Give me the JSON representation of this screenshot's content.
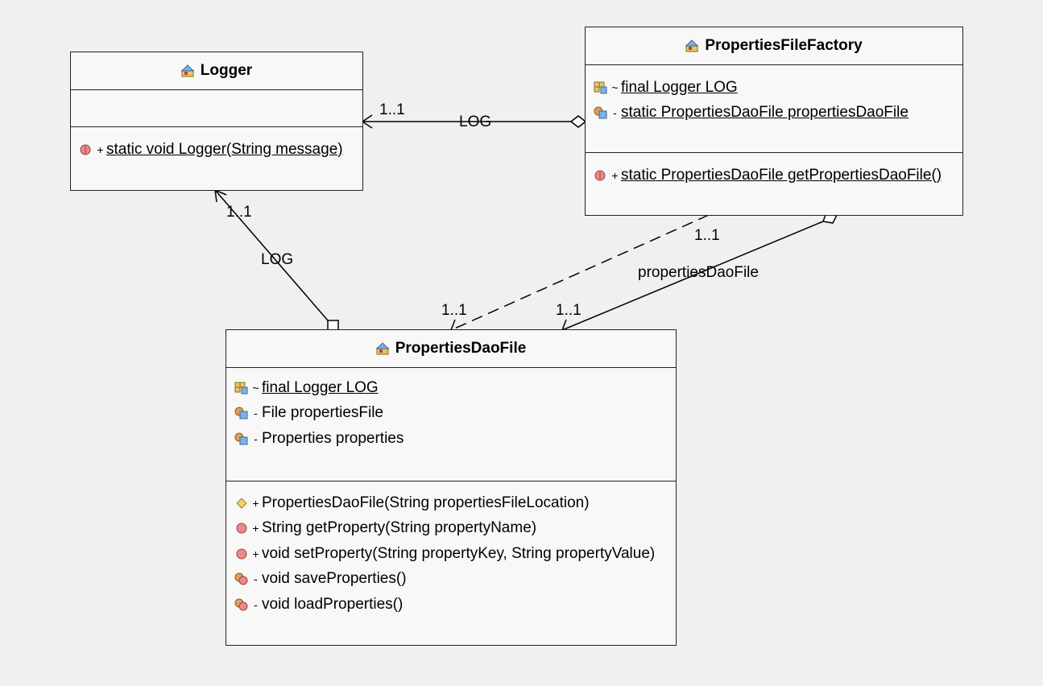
{
  "classes": {
    "logger": {
      "name": "Logger",
      "attributes": [],
      "operations": [
        {
          "vis": "+",
          "text": "static void Logger(String message)",
          "static": true,
          "icon": "public-method-icon"
        }
      ]
    },
    "factory": {
      "name": "PropertiesFileFactory",
      "attributes": [
        {
          "vis": "~",
          "text": "final Logger LOG",
          "static": true,
          "icon": "package-field-icon"
        },
        {
          "vis": "-",
          "text": "static PropertiesDaoFile propertiesDaoFile",
          "static": true,
          "icon": "private-field-icon"
        }
      ],
      "operations": [
        {
          "vis": "+",
          "text": "static PropertiesDaoFile getPropertiesDaoFile()",
          "static": true,
          "icon": "public-method-icon"
        }
      ]
    },
    "dao": {
      "name": "PropertiesDaoFile",
      "attributes": [
        {
          "vis": "~",
          "text": "final Logger LOG",
          "static": true,
          "icon": "package-field-icon"
        },
        {
          "vis": "-",
          "text": "File propertiesFile",
          "static": false,
          "icon": "private-field-icon"
        },
        {
          "vis": "-",
          "text": "Properties properties",
          "static": false,
          "icon": "private-field-icon"
        }
      ],
      "operations": [
        {
          "vis": "+",
          "text": "PropertiesDaoFile(String propertiesFileLocation)",
          "static": false,
          "icon": "constructor-icon"
        },
        {
          "vis": "+",
          "text": "String getProperty(String propertyName)",
          "static": false,
          "icon": "public-method-icon"
        },
        {
          "vis": "+",
          "text": "void setProperty(String propertyKey, String propertyValue)",
          "static": false,
          "icon": "public-method-icon"
        },
        {
          "vis": "-",
          "text": "void saveProperties()",
          "static": false,
          "icon": "private-method-icon"
        },
        {
          "vis": "-",
          "text": "void loadProperties()",
          "static": false,
          "icon": "private-method-icon"
        }
      ]
    }
  },
  "connectors": {
    "factory_logger": {
      "name": "LOG",
      "multiplicity": "1..1"
    },
    "dao_logger": {
      "name": "LOG",
      "multiplicity": "1..1"
    },
    "factory_dao_dependency": {
      "source_multiplicity": "1..1",
      "target_multiplicity": "1..1"
    },
    "factory_dao_association": {
      "name": "propertiesDaoFile",
      "multiplicity": "1..1"
    }
  }
}
